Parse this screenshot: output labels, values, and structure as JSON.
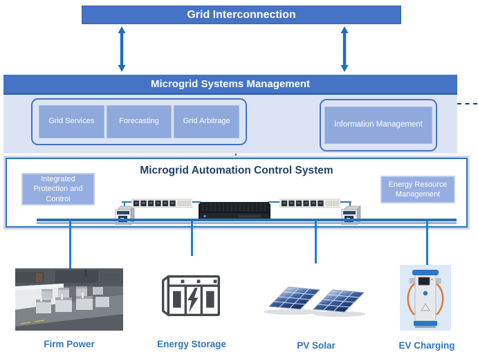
{
  "colors": {
    "header_blue": "#4573c6",
    "panel_blue": "#dce4f4",
    "module_blue": "#8fa9dc",
    "accent_blue": "#2e74b5",
    "connector_blue": "#1e7fd0",
    "title_navy": "#1f4166",
    "label_blue": "#2e75c3",
    "cable_orange": "#e07b39"
  },
  "top_banner": {
    "title": "Grid Interconnection"
  },
  "systems_management": {
    "title": "Microgrid Systems Management",
    "modules": [
      {
        "label": "Grid Services"
      },
      {
        "label": "Forecasting"
      },
      {
        "label": "Grid Arbitrage"
      }
    ],
    "info_module": {
      "label": "Information Management"
    }
  },
  "automation": {
    "title": "Microgrid Automation Control System",
    "left_module": {
      "label": "Integrated Protection and Control"
    },
    "right_module": {
      "label": "Energy Resource Management"
    },
    "hardware_icons": [
      "protection-relay-icon",
      "io-terminal-strip-icon",
      "microgrid-controller-icon",
      "io-terminal-strip-icon",
      "protection-relay-icon"
    ]
  },
  "resources": [
    {
      "label": "Firm Power"
    },
    {
      "label": "Energy Storage"
    },
    {
      "label": "PV Solar"
    },
    {
      "label": "EV Charging"
    }
  ]
}
